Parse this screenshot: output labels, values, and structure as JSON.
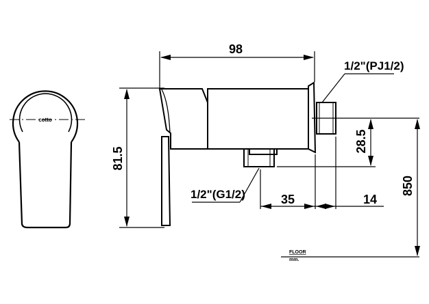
{
  "drawing": {
    "brand_logo": "cotto",
    "dim_width": "98",
    "dim_height_left": "81.5",
    "dim_outlet_offset": "28.5",
    "dim_floor": "850",
    "dim_inlet_distance": "35",
    "dim_thread_length": "14",
    "thread_top_whole": "1",
    "thread_top_frac_num": "/",
    "thread_top_frac_den": "2",
    "thread_top_suffix": "\"(PJ",
    "thread_top_close": "1/2)",
    "thread_bottom_label_a": "1/2\"(G",
    "thread_bottom_label_b": "1/2)",
    "floor_label": "FLOOR",
    "unit_label": "mm."
  }
}
